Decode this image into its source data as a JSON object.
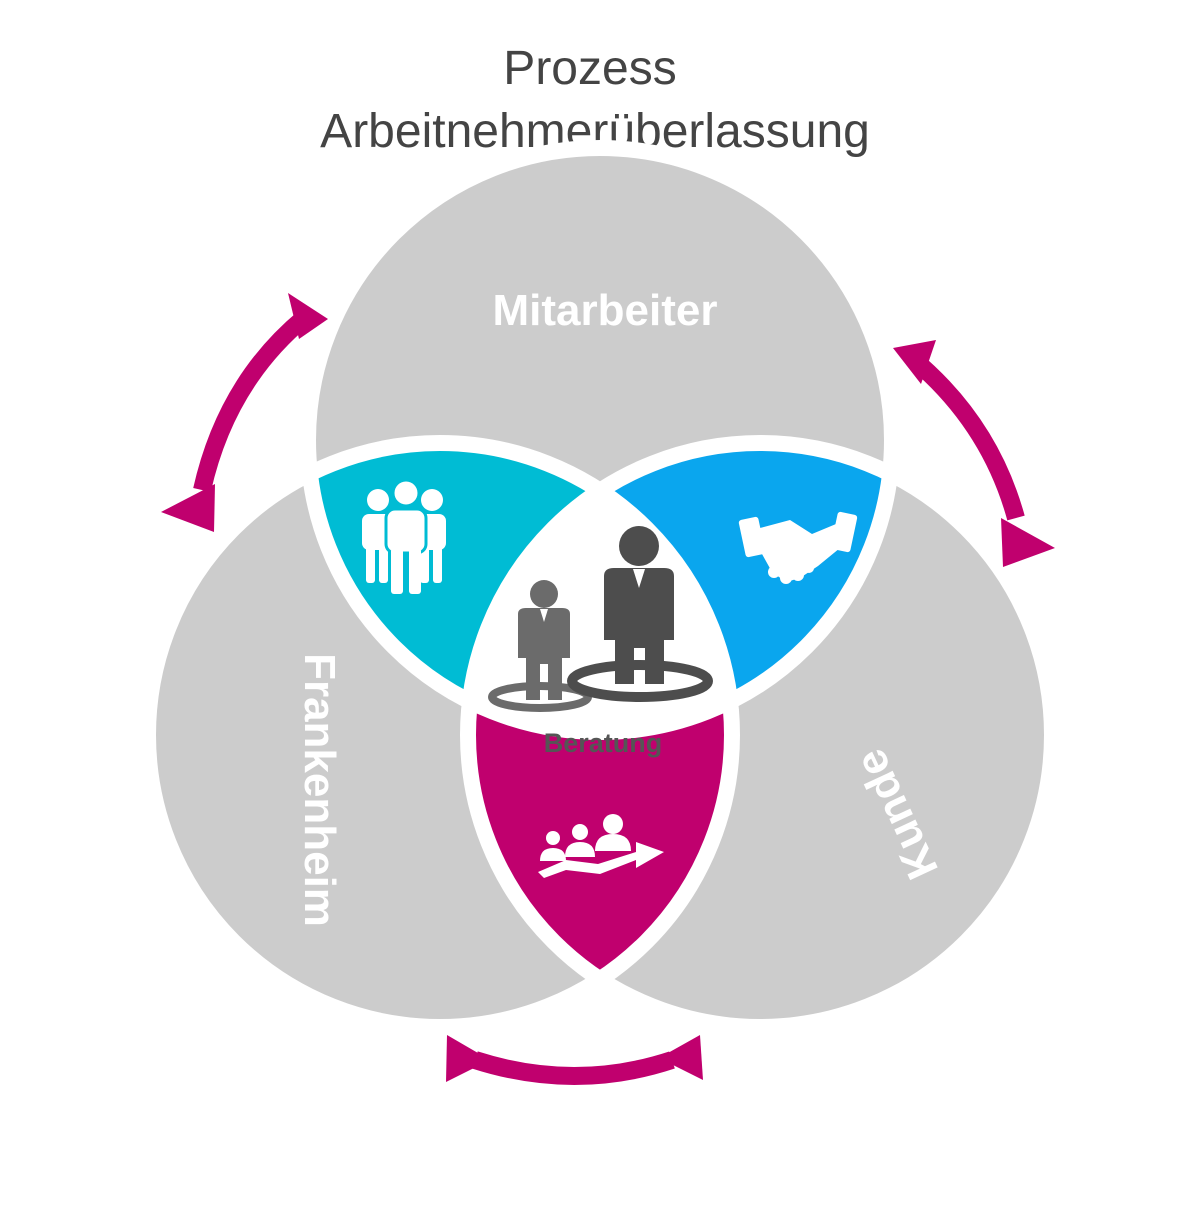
{
  "title": {
    "line1": "Prozess",
    "line2": "Arbeitnehmerüberlassung"
  },
  "circles": {
    "top": "Mitarbeiter",
    "left": "Frankenheim",
    "right": "Kunde"
  },
  "center": {
    "label": "Beratung"
  },
  "colors": {
    "circle_gray": "#cccccc",
    "arrow_magenta": "#c0006e",
    "teal_segment": "#00bcd4",
    "blue_segment": "#0aa6ee",
    "magenta_segment": "#c0006e",
    "center_figure_dark": "#4d4d4d",
    "center_figure_light": "#6b6b6b"
  },
  "icons": [
    "group-people-icon",
    "handshake-icon",
    "team-growth-arrow-icon",
    "business-people-consulting-icon"
  ]
}
